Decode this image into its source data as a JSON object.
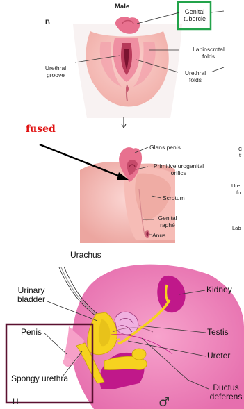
{
  "panel_b": {
    "heading": "Male",
    "letter": "B",
    "labels": {
      "genital_tubercle_1": "Genital",
      "genital_tubercle_2": "tubercle",
      "labioscrotal_1": "Labioscrotal",
      "labioscrotal_2": "folds",
      "urethral_groove_1": "Urethral",
      "urethral_groove_2": "groove",
      "urethral_folds_1": "Urethral",
      "urethral_folds_2": "folds"
    },
    "highlight_color": "#22a34a"
  },
  "middle": {
    "annotation": "fused",
    "annotation_color": "#e01010",
    "labels": {
      "glans_penis": "Glans penis",
      "primitive_1": "Primitive urogenital",
      "primitive_2": "orifice",
      "scrotum": "Scrotum",
      "genital_raphe_1": "Genital",
      "genital_raphe_2": "raphé",
      "anus": "Anus"
    },
    "cut_labels": {
      "c1": "C",
      "c2": "t‘",
      "c3": "Ure",
      "c4": "fo",
      "c5": "Lab"
    }
  },
  "panel_h": {
    "letter": "H",
    "male_symbol": "♂",
    "labels": {
      "urachus": "Urachus",
      "urinary_bladder_1": "Urinary",
      "urinary_bladder_2": "bladder",
      "kidney": "Kidney",
      "penis": "Penis",
      "testis": "Testis",
      "ureter": "Ureter",
      "spongy_urethra": "Spongy urethra",
      "ductus_1": "Ductus",
      "ductus_2": "deferens"
    },
    "box_color": "#5a1030"
  }
}
